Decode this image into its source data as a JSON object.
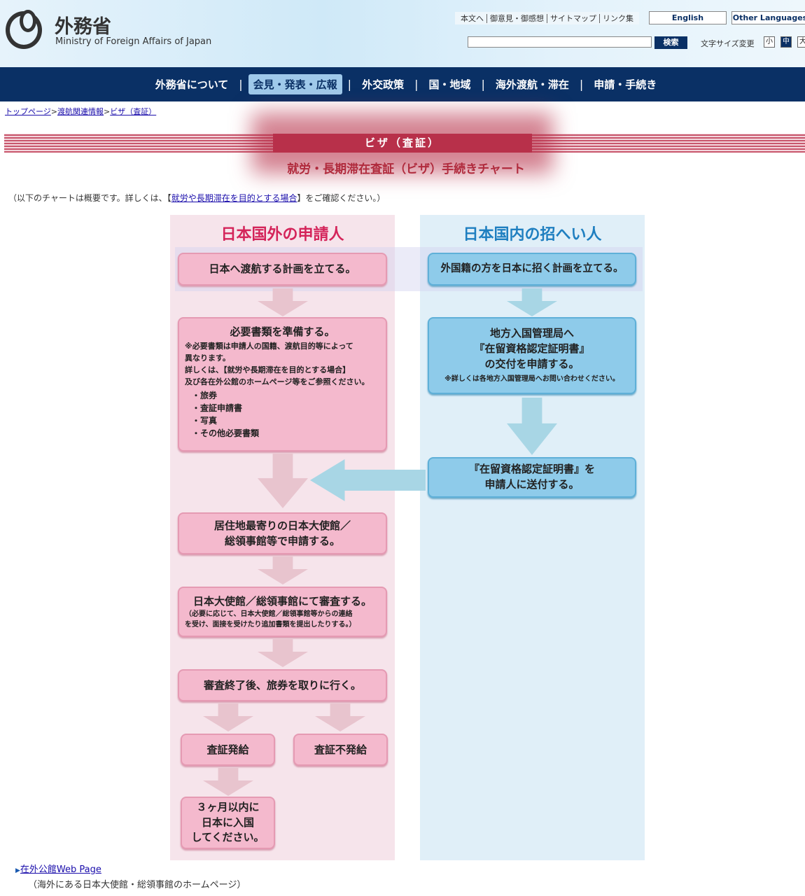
{
  "header": {
    "logo_jp": "外務省",
    "logo_en": "Ministry of Foreign Affairs of Japan",
    "util_links": [
      "本文へ",
      "御意見・御感想",
      "サイトマップ",
      "リンク集"
    ],
    "english": "English",
    "other_languages": "Other Languages",
    "search_placeholder": "",
    "search_button": "検索",
    "font_size_label": "文字サイズ変更",
    "font_sizes": [
      "小",
      "中",
      "大"
    ]
  },
  "nav": [
    "外務省について",
    "会見・発表・広報",
    "外交政策",
    "国・地域",
    "海外渡航・滞在",
    "申請・手続き"
  ],
  "breadcrumb": [
    "トップページ",
    "渡航関連情報",
    "ビザ（査証）"
  ],
  "banner": "ビザ（査証）",
  "subtitle": "就労・長期滞在査証（ビザ）手続きチャート",
  "note": {
    "before": "（以下のチャートは概要です。詳しくは、【",
    "link": "就労や長期滞在を目的とする場合",
    "after": "】をご確認ください。）"
  },
  "chart": {
    "left_title": "日本国外の申請人",
    "right_title": "日本国内の招へい人",
    "l1": "日本へ渡航する計画を立てる。",
    "l2_title": "必要書類を準備する。",
    "l2_note": [
      "※必要書類は申請人の国籍、渡航目的等によって",
      "異なります。",
      "詳しくは、【就労や長期滞在を目的とする場合】",
      "及び各在外公館のホームページ等をご参照ください。"
    ],
    "l2_items": [
      "・旅券",
      "・査証申請書",
      "・写真",
      "・その他必要書類"
    ],
    "l3": [
      "居住地最寄りの日本大使館／",
      "総領事館等で申請する。"
    ],
    "l4_title": "日本大使館／総領事館にて審査する。",
    "l4_note": [
      "（必要に応じて、日本大使館／総領事館等からの連絡",
      "を受け、面接を受けたり追加書類を提出したりする。）"
    ],
    "l5": "審査終了後、旅券を取りに行く。",
    "l6": "査証発給",
    "l7": "査証不発給",
    "l8": [
      "３ヶ月以内に",
      "日本に入国",
      "してください。"
    ],
    "r1": "外国籍の方を日本に招く計画を立てる。",
    "r2": [
      "地方入国管理局へ",
      "『在留資格認定証明書』",
      "の交付を申請する。"
    ],
    "r2_note": "※詳しくは各地方入国管理局へお問い合わせください。",
    "r3": [
      "『在留資格認定証明書』を",
      "申請人に送付する。"
    ]
  },
  "footer": {
    "link": "在外公館Web Page",
    "sub": "（海外にある日本大使館・総領事館のホームページ）"
  }
}
